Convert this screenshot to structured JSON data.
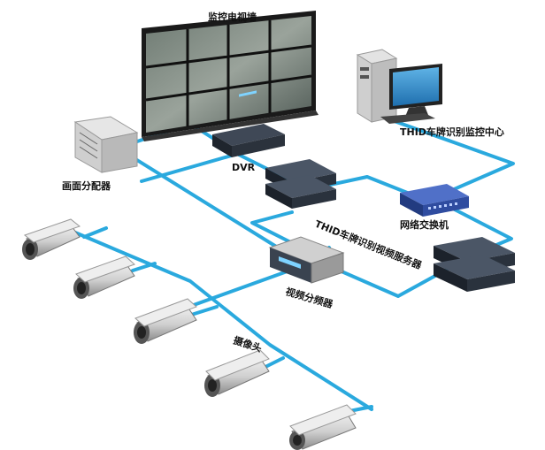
{
  "labels": {
    "video_wall": "监控电视墙",
    "dvr": "DVR",
    "splitter": "画面分配器",
    "monitor_center": "THID车牌识别监控中心",
    "switch": "网络交换机",
    "video_server": "THID车牌识别视频服务器",
    "distributor": "视频分频器",
    "camera": "摄像头"
  },
  "colors": {
    "cable": "#2aa9de",
    "device_dark": "#2b3440",
    "switch_blue": "#3355aa"
  }
}
